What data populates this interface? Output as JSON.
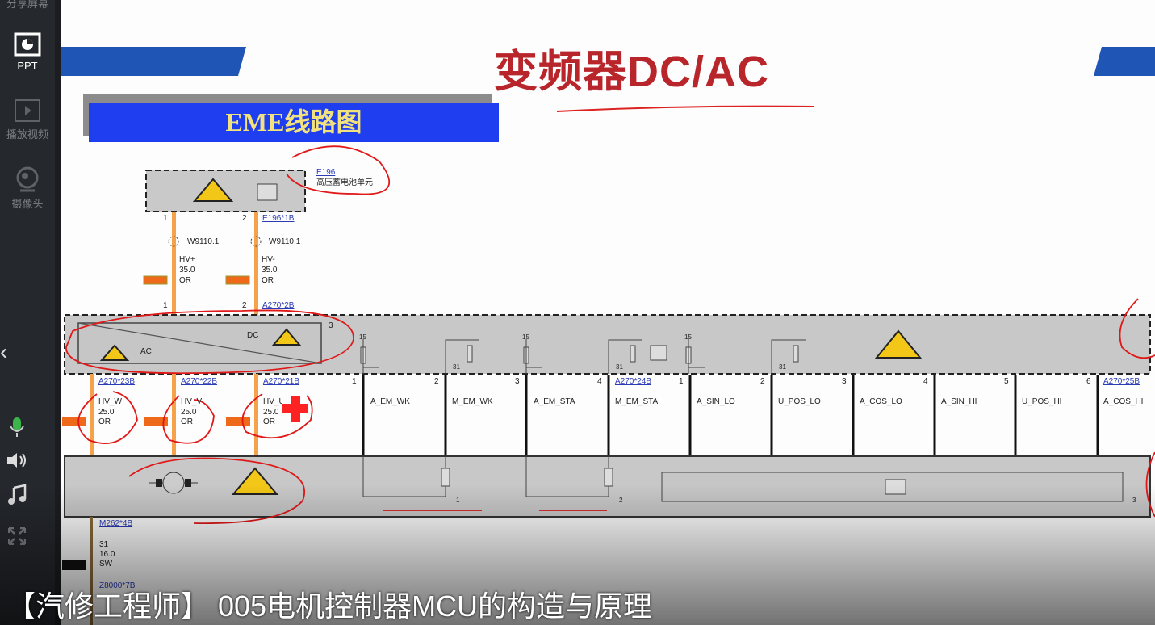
{
  "sidebar": {
    "top_partial_label": "分享屏幕",
    "items": [
      {
        "label": "PPT",
        "icon": "ppt-icon",
        "active": true
      },
      {
        "label": "播放视频",
        "icon": "play-video-icon",
        "active": false
      },
      {
        "label": "摄像头",
        "icon": "camera-icon",
        "active": false
      }
    ],
    "controls": [
      "microphone-icon",
      "speaker-icon",
      "music-icon",
      "fullscreen-icon"
    ],
    "mic_color": "#3cb54a"
  },
  "slide": {
    "title": "变频器DC/AC",
    "section_title": "EME线路图",
    "title_color": "#b8252b",
    "banner_color": "#1f3ef0",
    "battery": {
      "id": "E196",
      "name": "高压蓄电池单元",
      "connector": "E196*1B",
      "pins": [
        "1",
        "2"
      ]
    },
    "hv_wires": [
      {
        "fuse": "W9110.1",
        "name": "HV+",
        "size": "35.0",
        "color": "OR"
      },
      {
        "fuse": "W9110.1",
        "name": "HV-",
        "size": "35.0",
        "color": "OR"
      }
    ],
    "inverter": {
      "connector_top": "A270*2B",
      "pins_top": [
        "1",
        "2"
      ],
      "pin3": "3",
      "ac_label": "AC",
      "dc_label": "DC"
    },
    "phase_wires": [
      {
        "connector": "A270*23B",
        "name": "HV_W",
        "size": "25.0",
        "color": "OR"
      },
      {
        "connector": "A270*22B",
        "name": "HV_V",
        "size": "25.0",
        "color": "OR"
      },
      {
        "connector": "A270*21B",
        "name": "HV_U",
        "size": "25.0",
        "color": "OR"
      }
    ],
    "signals": [
      {
        "pin": "1",
        "name": "A_EM_WK"
      },
      {
        "pin": "2",
        "name": "M_EM_WK"
      },
      {
        "pin": "3",
        "name": "A_EM_STA"
      },
      {
        "pin": "4",
        "name": "M_EM_STA",
        "connector": "A270*24B"
      },
      {
        "pin": "1",
        "name": "A_SIN_LO"
      },
      {
        "pin": "2",
        "name": "U_POS_LO"
      },
      {
        "pin": "3",
        "name": "A_COS_LO"
      },
      {
        "pin": "4",
        "name": "A_SIN_HI"
      },
      {
        "pin": "5",
        "name": "U_POS_HI"
      },
      {
        "pin": "6",
        "name": "A_COS_HI",
        "connector": "A270*25B"
      }
    ],
    "terminal_15": "15",
    "terminal_31": "31",
    "motor": {
      "pins": [
        "1",
        "2",
        "3"
      ]
    },
    "ground_wire": {
      "connector": "M262*4B",
      "name": "31",
      "size": "16.0",
      "color": "SW",
      "next_connector": "Z8000*7B"
    }
  },
  "subtitle": "【汽修工程师】 005电机控制器MCU的构造与原理"
}
